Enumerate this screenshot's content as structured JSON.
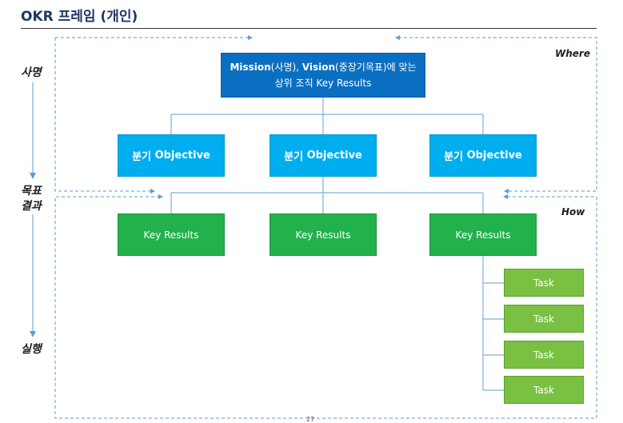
{
  "title": "OKR 프레임 (개인)",
  "side_labels": {
    "mission": "사명",
    "objective_line1": "목표",
    "objective_line2": "결과",
    "execution": "실행"
  },
  "zones": {
    "where": "Where",
    "how": "How"
  },
  "mission_box": {
    "line1_bold_a": "Mission",
    "line1_a": "(사명), ",
    "line1_bold_b": "Vision",
    "line1_b": "(중장기목표)에 맞는",
    "line2": "상위 조직 Key Results"
  },
  "objectives": [
    {
      "prefix": "분기",
      "label": "Objective"
    },
    {
      "prefix": "분기",
      "label": "Objective"
    },
    {
      "prefix": "분기",
      "label": "Objective"
    }
  ],
  "key_results": [
    "Key Results",
    "Key Results",
    "Key Results"
  ],
  "tasks": [
    "Task",
    "Task",
    "Task",
    "Task"
  ],
  "page_number": "27",
  "colors": {
    "title": "#1f3864",
    "mission": "#0b6fc1",
    "objective": "#00aeef",
    "key_result": "#22b14c",
    "task": "#7ac143",
    "dashed": "#5b9bd5",
    "connector": "#7fb1d8"
  }
}
